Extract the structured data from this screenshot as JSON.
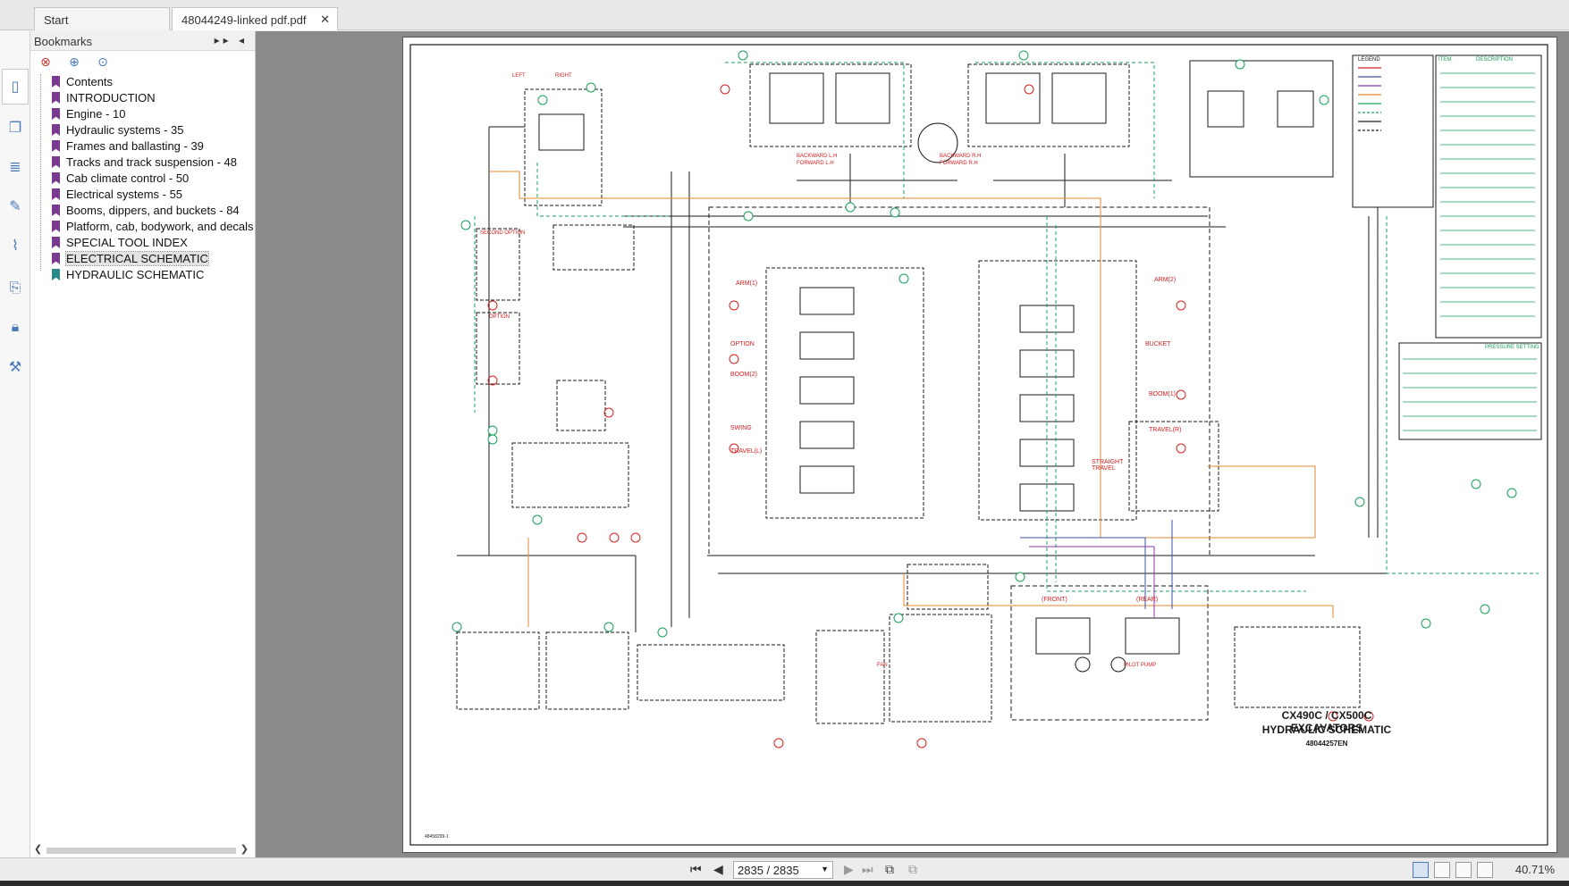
{
  "tabs": [
    {
      "label": "Start"
    },
    {
      "label": "48044249-linked pdf.pdf"
    }
  ],
  "bookmarks_panel": {
    "title": "Bookmarks",
    "items": [
      {
        "label": "Contents"
      },
      {
        "label": "INTRODUCTION"
      },
      {
        "label": "Engine - 10"
      },
      {
        "label": "Hydraulic systems - 35"
      },
      {
        "label": "Frames and ballasting - 39"
      },
      {
        "label": "Tracks and track suspension - 48"
      },
      {
        "label": "Cab climate control - 50"
      },
      {
        "label": "Electrical systems - 55"
      },
      {
        "label": "Booms, dippers, and buckets - 84"
      },
      {
        "label": "Platform, cab, bodywork, and decals -"
      },
      {
        "label": "SPECIAL TOOL INDEX"
      },
      {
        "label": "ELECTRICAL SCHEMATIC"
      },
      {
        "label": "HYDRAULIC SCHEMATIC"
      }
    ]
  },
  "document": {
    "title_line1": "CX490C / CX500C EXCAVATORS",
    "title_line2": "HYDRAULIC SCHEMATIC",
    "part_number": "48044257EN",
    "corner_code": "48458299-1",
    "labels": {
      "legend": "LEGEND",
      "description": "DESCRIPTION",
      "item": "ITEM",
      "pressure_setting": "PRESSURE SETTING",
      "second_option": "SECOND OPTION",
      "option": "OPTION",
      "arm1": "ARM(1)",
      "arm2": "ARM(2)",
      "boom1": "BOOM(1)",
      "boom2": "BOOM(2)",
      "bucket": "BUCKET",
      "swing": "SWING",
      "travel_l": "TRAVEL(L)",
      "travel_r": "TRAVEL(R)",
      "straight_travel": "STRAIGHT TRAVEL",
      "front": "(FRONT)",
      "rear": "(REAR)",
      "backward_lh": "BACKWARD L.H",
      "forward_lh": "FORWARD L.H",
      "backward_rh": "BACKWARD R.H",
      "forward_rh": "FORWARD R.H",
      "left": "LEFT",
      "right": "RIGHT",
      "pilot_pump": "PILOT PUMP",
      "fan": "FAN"
    },
    "colors": {
      "p1": "#3a53a8",
      "p2": "#8a3aa8",
      "pilot": "#e0892c",
      "return": "#19a05a",
      "red": "#d42020",
      "line": "#1a1a1a"
    }
  },
  "status_bar": {
    "page_value": "2835 / 2835",
    "zoom": "40.71%"
  }
}
